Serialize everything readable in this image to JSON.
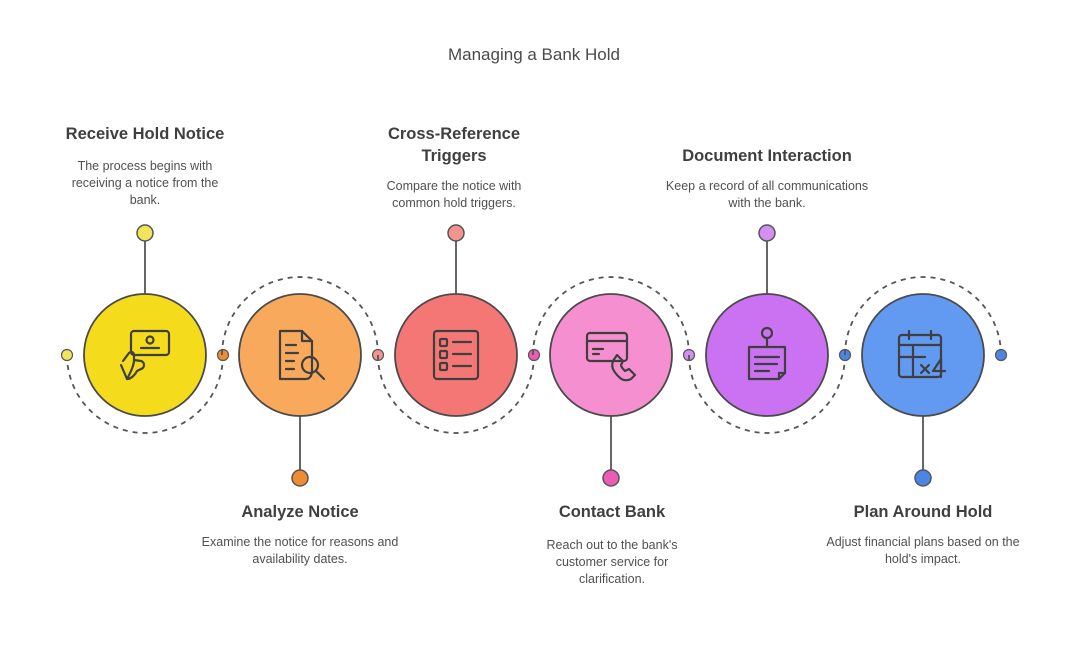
{
  "title": "Managing a Bank Hold",
  "steps": [
    {
      "title": "Receive Hold Notice",
      "desc": "The process begins with receiving a notice from the bank.",
      "icon": "hand-card-icon",
      "color": "#f4dc1c",
      "dot": "#f2e55a"
    },
    {
      "title": "Analyze Notice",
      "desc": "Examine the notice for reasons and availability dates.",
      "icon": "document-search-icon",
      "color": "#f9a95c",
      "dot": "#ef8b33"
    },
    {
      "title": "Cross-Reference Triggers",
      "desc": "Compare the notice with common hold triggers.",
      "icon": "checklist-icon",
      "color": "#f57775",
      "dot": "#f3948f"
    },
    {
      "title": "Contact Bank",
      "desc": "Reach out to the bank's customer service for clarification.",
      "icon": "card-phone-icon",
      "color": "#f58fd0",
      "dot": "#ea5cb6"
    },
    {
      "title": "Document Interaction",
      "desc": "Keep a record of all communications with the bank.",
      "icon": "pinned-note-icon",
      "color": "#cb72f2",
      "dot": "#d48ff2"
    },
    {
      "title": "Plan Around Hold",
      "desc": "Adjust financial plans based on the hold's impact.",
      "icon": "calendar-multiply-icon",
      "color": "#629af2",
      "dot": "#4b86e6"
    }
  ]
}
